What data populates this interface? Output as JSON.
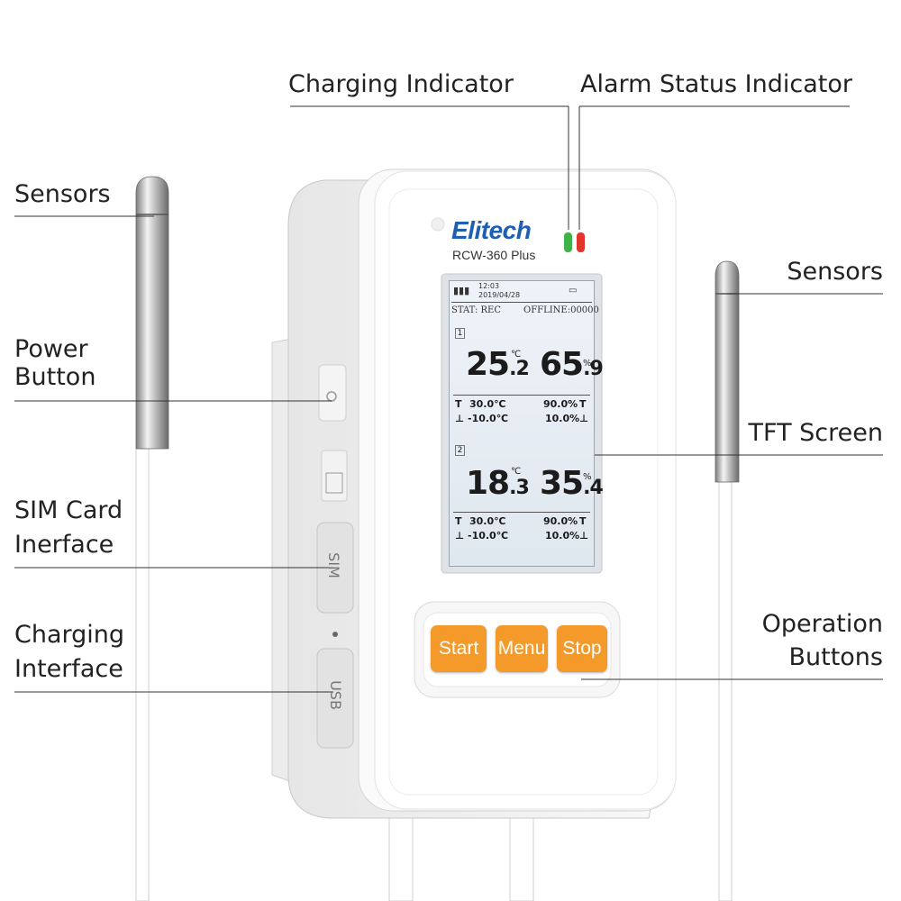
{
  "labels": {
    "charging_indicator": "Charging Indicator",
    "alarm_status_indicator": "Alarm Status Indicator",
    "sensors_left": "Sensors",
    "sensors_right": "Sensors",
    "power_button_line1": "Power",
    "power_button_line2": "Button",
    "tft_screen": "TFT Screen",
    "sim_line1": "SIM Card",
    "sim_line2": "Inerface",
    "operation_line1": "Operation",
    "operation_line2": "Buttons",
    "charging_line1": "Charging",
    "charging_line2": "Interface"
  },
  "device": {
    "brand": "Elitech",
    "model": "RCW-360 Plus",
    "side_sim": "SIM",
    "side_usb": "USB",
    "buttons": {
      "start": "Start",
      "menu": "Menu",
      "stop": "Stop"
    },
    "indicator_colors": {
      "charging": "#3fb24a",
      "alarm": "#e2342b"
    }
  },
  "screen": {
    "time": "12:03",
    "date": "2019/04/28",
    "stat": "STAT: REC",
    "offline": "OFFLINE:00000",
    "ch1": {
      "num": "1",
      "temp_int": "25",
      "temp_dec": ".2",
      "temp_unit": "℃",
      "hum_int": "65",
      "hum_dec": ".9",
      "hum_unit": "%",
      "t_high": "30.0℃",
      "t_low": "-10.0℃",
      "h_high": "90.0%",
      "h_low": "10.0%"
    },
    "ch2": {
      "num": "2",
      "temp_int": "18",
      "temp_dec": ".3",
      "temp_unit": "℃",
      "hum_int": "35",
      "hum_dec": ".4",
      "hum_unit": "%",
      "t_high": "30.0℃",
      "t_low": "-10.0℃",
      "h_high": "90.0%",
      "h_low": "10.0%"
    }
  }
}
